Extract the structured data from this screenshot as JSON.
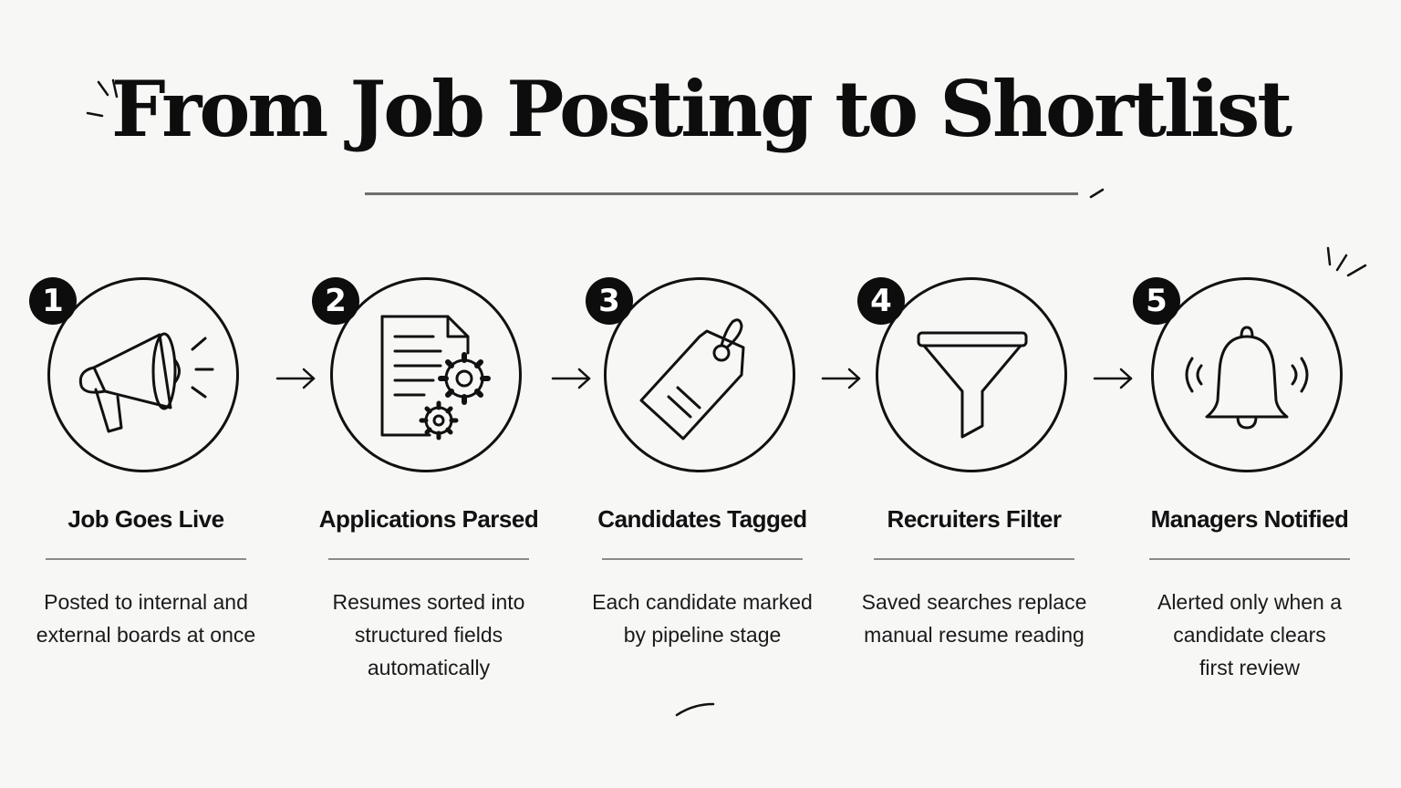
{
  "title": "From Job Posting to Shortlist",
  "steps": [
    {
      "number": "1",
      "label": "Job Goes Live",
      "description_lines": [
        "Posted to internal and",
        "external boards at once"
      ],
      "icon": "megaphone-icon"
    },
    {
      "number": "2",
      "label": "Applications Parsed",
      "description_lines": [
        "Resumes sorted into",
        "structured fields",
        "automatically"
      ],
      "icon": "document-gears-icon"
    },
    {
      "number": "3",
      "label": "Candidates Tagged",
      "description_lines": [
        "Each candidate marked",
        "by pipeline stage"
      ],
      "icon": "tag-icon"
    },
    {
      "number": "4",
      "label": "Recruiters Filter",
      "description_lines": [
        "Saved searches replace",
        "manual resume reading"
      ],
      "icon": "funnel-icon"
    },
    {
      "number": "5",
      "label": "Managers Notified",
      "description_lines": [
        "Alerted only when a",
        "candidate clears",
        "first review"
      ],
      "icon": "bell-icon"
    }
  ],
  "colors": {
    "ink": "#111111",
    "background": "#f7f7f6",
    "rule": "#8a8a8a"
  }
}
